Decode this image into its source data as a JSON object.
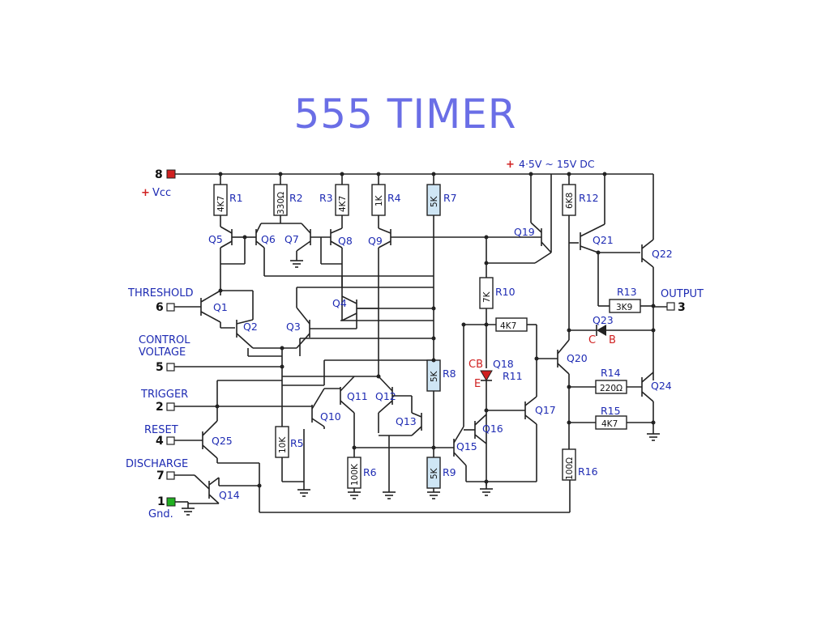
{
  "title": "555 TIMER",
  "supply_label": "4·5V ~ 15V DC",
  "supply_plus": "+",
  "pins": [
    {
      "num": "8",
      "label": "Vcc",
      "plus": "+"
    },
    {
      "num": "6",
      "label": "THRESHOLD"
    },
    {
      "num": "5",
      "label_line1": "CONTROL",
      "label_line2": "VOLTAGE"
    },
    {
      "num": "2",
      "label": "TRIGGER"
    },
    {
      "num": "4",
      "label": "RESET"
    },
    {
      "num": "7",
      "label": "DISCHARGE"
    },
    {
      "num": "1",
      "label": "Gnd."
    },
    {
      "num": "3",
      "label": "OUTPUT"
    }
  ],
  "resistors": [
    {
      "name": "R1",
      "value": "4K7"
    },
    {
      "name": "R2",
      "value": "330Ω"
    },
    {
      "name": "R3",
      "value": "4K7"
    },
    {
      "name": "R4",
      "value": "1K"
    },
    {
      "name": "R7",
      "value": "5K"
    },
    {
      "name": "R12",
      "value": "6K8"
    },
    {
      "name": "R10",
      "value": "7K"
    },
    {
      "name": "R11",
      "value": "4K7"
    },
    {
      "name": "R8",
      "value": "5K"
    },
    {
      "name": "R13",
      "value": "3K9"
    },
    {
      "name": "R14",
      "value": "220Ω"
    },
    {
      "name": "R15",
      "value": "4K7"
    },
    {
      "name": "R5",
      "value": "10K"
    },
    {
      "name": "R6",
      "value": "100K"
    },
    {
      "name": "R9",
      "value": "5K"
    },
    {
      "name": "R16",
      "value": "100Ω"
    }
  ],
  "transistors": [
    "Q1",
    "Q2",
    "Q3",
    "Q4",
    "Q5",
    "Q6",
    "Q7",
    "Q8",
    "Q9",
    "Q10",
    "Q11",
    "Q12",
    "Q13",
    "Q14",
    "Q15",
    "Q16",
    "Q17",
    "Q19",
    "Q20",
    "Q21",
    "Q22",
    "Q24",
    "Q25"
  ],
  "diodes": {
    "q18": "Q18",
    "q23": "Q23"
  },
  "terminal_labels": {
    "cb": "CB",
    "e": "E",
    "c": "C",
    "b": "B"
  },
  "colors": {
    "title": "#6a6ee6",
    "labels": "#1e2bb3",
    "vcc_pin": "#d02020",
    "gnd_pin": "#20b020",
    "resistor_5k": "#cfe6f5"
  }
}
